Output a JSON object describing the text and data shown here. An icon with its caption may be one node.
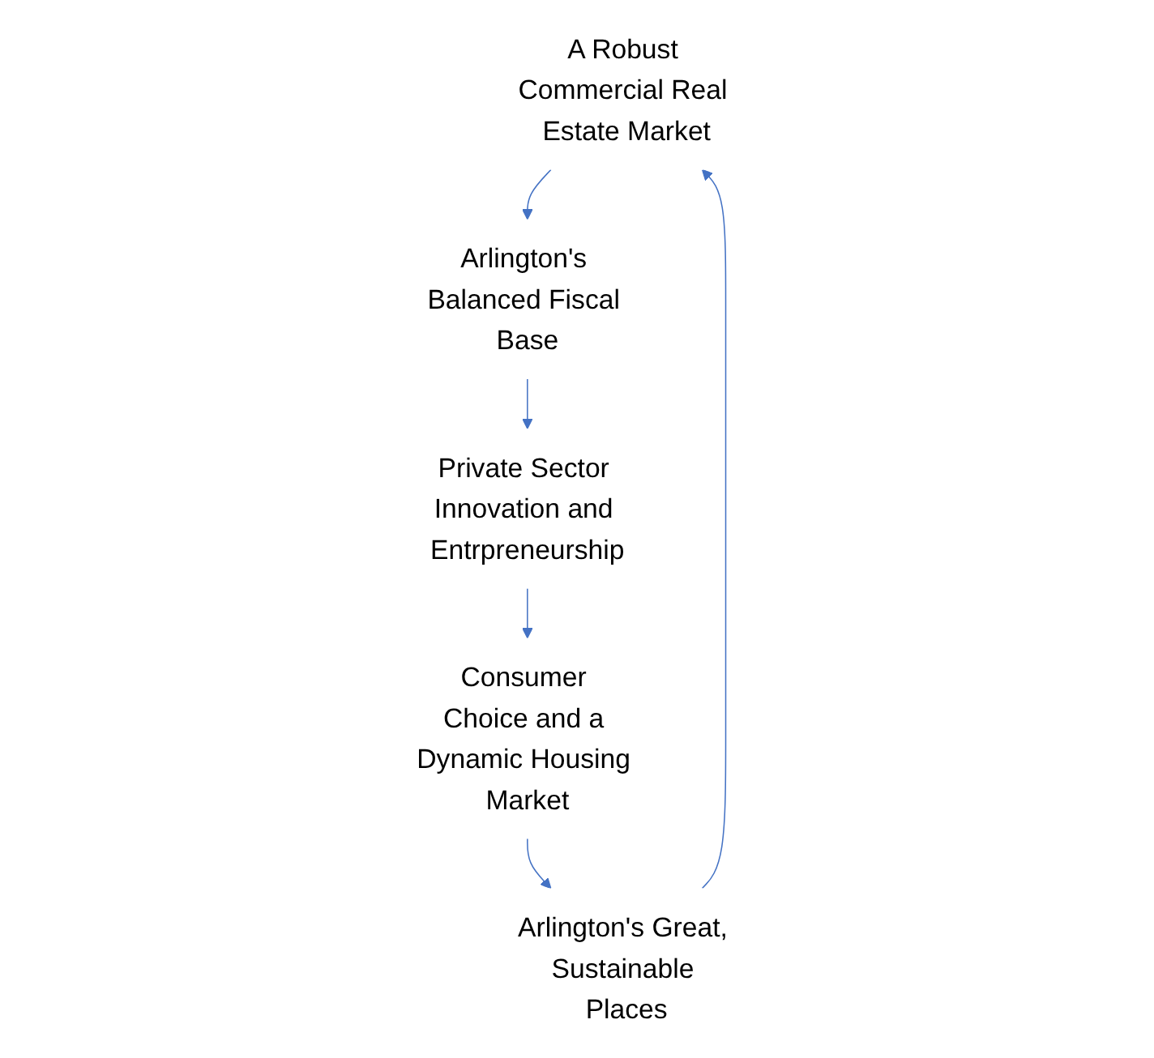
{
  "diagram": {
    "nodes": [
      {
        "text": [
          "A Robust Commercial Real Estate Market"
        ]
      },
      {
        "text": [
          "Arlington's Balanced Fiscal Base"
        ]
      },
      {
        "text": [
          "Private Sector Innovation and Entrpreneurship"
        ]
      },
      {
        "text": [
          "Consumer Choice and a Dynamic Housing Market"
        ]
      },
      {
        "text": [
          "Arlington's Great, Sustainable Places"
        ]
      }
    ],
    "edges": [
      {
        "from": 0,
        "to": 1,
        "arrow": "to",
        "color": "#4472c4"
      },
      {
        "from": 1,
        "to": 2,
        "arrow": "to",
        "color": "#4472c4"
      },
      {
        "from": 2,
        "to": 3,
        "arrow": "to",
        "color": "#4472c4"
      },
      {
        "from": 3,
        "to": 4,
        "arrow": "to",
        "color": "#4472c4"
      },
      {
        "from": 4,
        "to": 0,
        "arrow": "to",
        "color": "#4472c4"
      }
    ]
  }
}
